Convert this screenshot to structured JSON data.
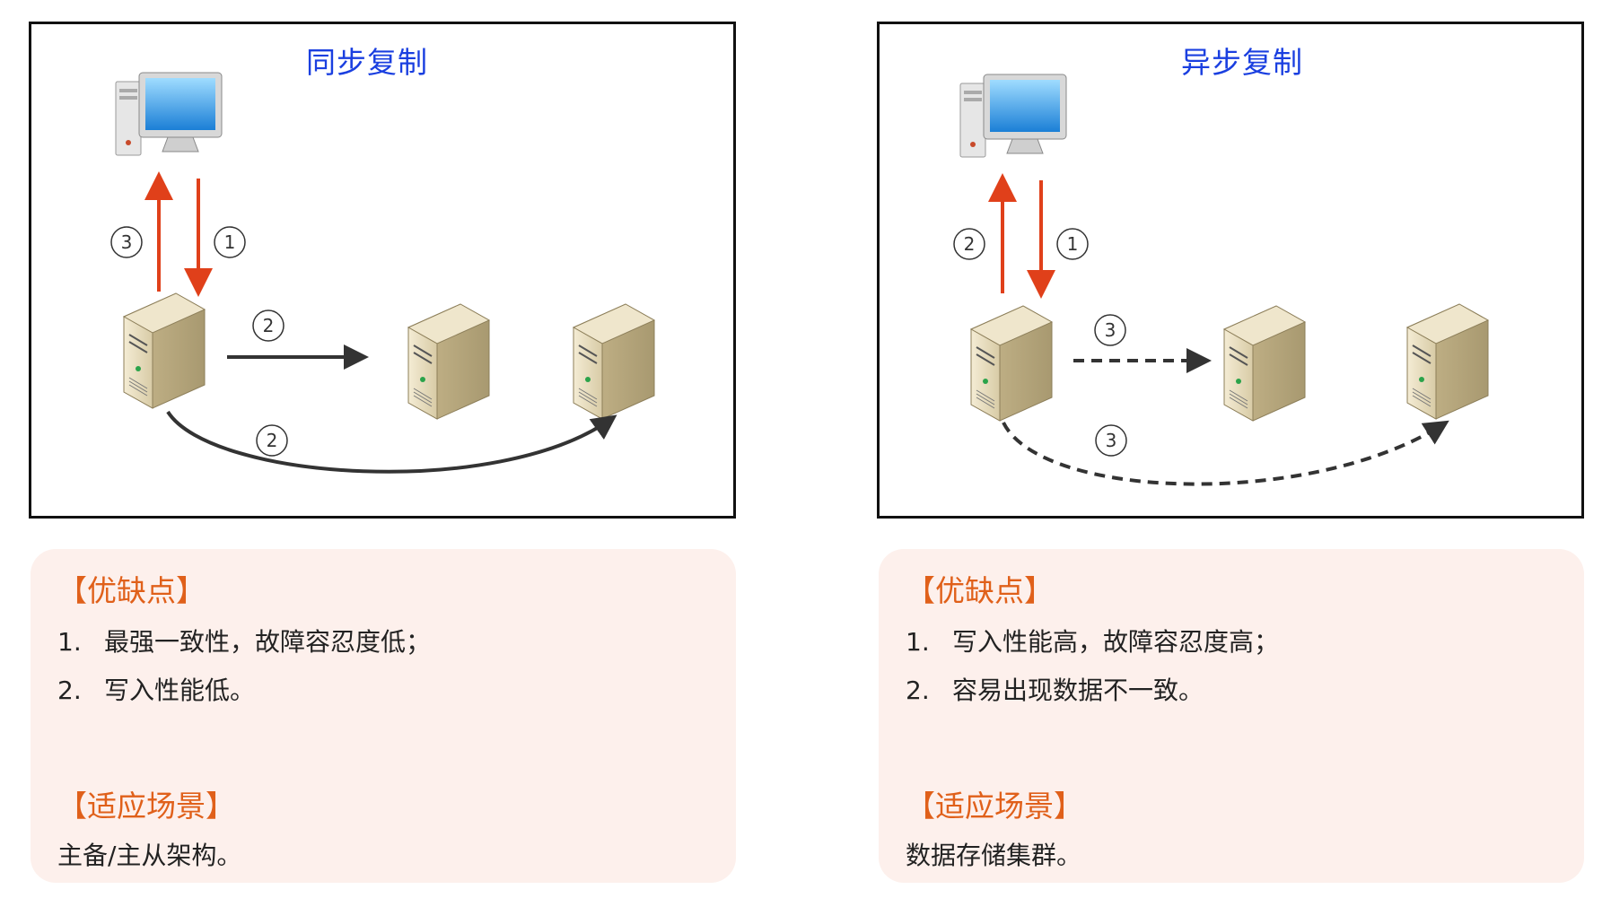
{
  "panels": [
    {
      "title": "同步复制",
      "steps": {
        "client_to_master": "1",
        "master_to_client": "3",
        "master_to_slave1": "2",
        "master_to_slave2": "2"
      },
      "replication_style": "solid",
      "pros_cons_heading": "【优缺点】",
      "pros_cons_items": [
        {
          "num": "1.",
          "text": "最强一致性，故障容忍度低；"
        },
        {
          "num": "2.",
          "text": "写入性能低。"
        }
      ],
      "scenario_heading": "【适应场景】",
      "scenario_text": "主备/主从架构。"
    },
    {
      "title": "异步复制",
      "steps": {
        "client_to_master": "1",
        "master_to_client": "2",
        "master_to_slave1": "3",
        "master_to_slave2": "3"
      },
      "replication_style": "dashed",
      "pros_cons_heading": "【优缺点】",
      "pros_cons_items": [
        {
          "num": "1.",
          "text": "写入性能高，故障容忍度高；"
        },
        {
          "num": "2.",
          "text": "容易出现数据不一致。"
        }
      ],
      "scenario_heading": "【适应场景】",
      "scenario_text": "数据存储集群。"
    }
  ],
  "colors": {
    "title_blue": "#1a3fe0",
    "request_arrow_red": "#e0401a",
    "replication_arrow_dark": "#333333",
    "heading_orange": "#e0601a",
    "info_background": "#fdf0ec"
  },
  "icons": {
    "client": "desktop-computer-icon",
    "server": "tower-server-icon"
  }
}
